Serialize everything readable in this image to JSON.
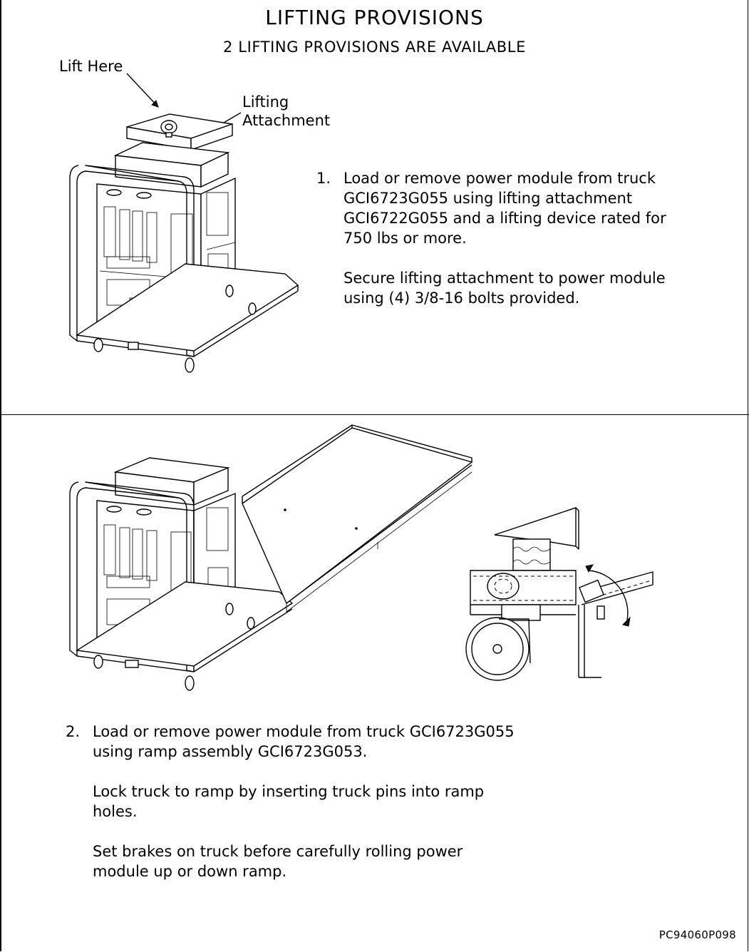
{
  "header": {
    "title": "LIFTING PROVISIONS",
    "subtitle": "2 LIFTING PROVISIONS ARE AVAILABLE"
  },
  "callouts": {
    "lift_here": "Lift Here",
    "lifting_attachment_1": "Lifting",
    "lifting_attachment_2": "Attachment"
  },
  "steps": [
    {
      "number": "1.",
      "paragraphs": [
        "Load or remove power module from truck GCI6723G055 using lifting attachment GCI6722G055 and a lifting device rated for 750 lbs or more.",
        "Secure lifting attachment to power module using (4) 3/8-16 bolts provided."
      ]
    },
    {
      "number": "2.",
      "paragraphs": [
        "Load or remove power module from truck GCI6723G055 using ramp assembly GCI6723G053.",
        "Lock truck to ramp by inserting truck pins into ramp holes.",
        "Set brakes on truck before carefully rolling power module up or down ramp."
      ]
    }
  ],
  "footer": {
    "reference": "PC94060P098"
  },
  "icons": [
    "lifting-eye-icon",
    "caster-wheel-icon",
    "rotation-arrow-icon"
  ]
}
